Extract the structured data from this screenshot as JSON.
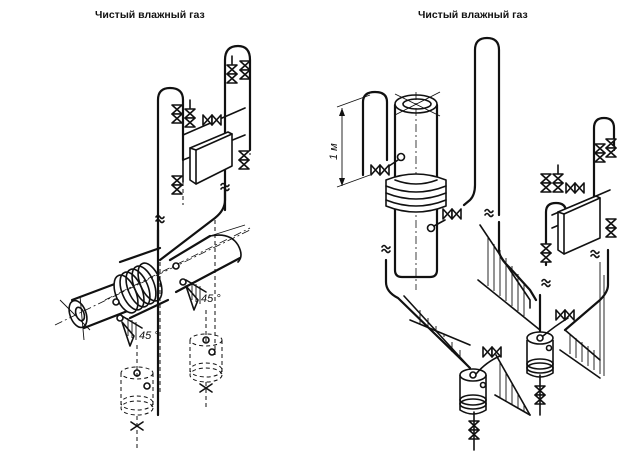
{
  "figure": {
    "left_panel": {
      "title": "Чистый влажный газ",
      "subject": "horizontal-pipeline-sampling-installation",
      "angle_labels": [
        "45 °",
        "45 °"
      ]
    },
    "right_panel": {
      "title": "Чистый влажный газ",
      "subject": "vertical-pipeline-sampling-installation",
      "dimension_label": "1 м"
    }
  }
}
